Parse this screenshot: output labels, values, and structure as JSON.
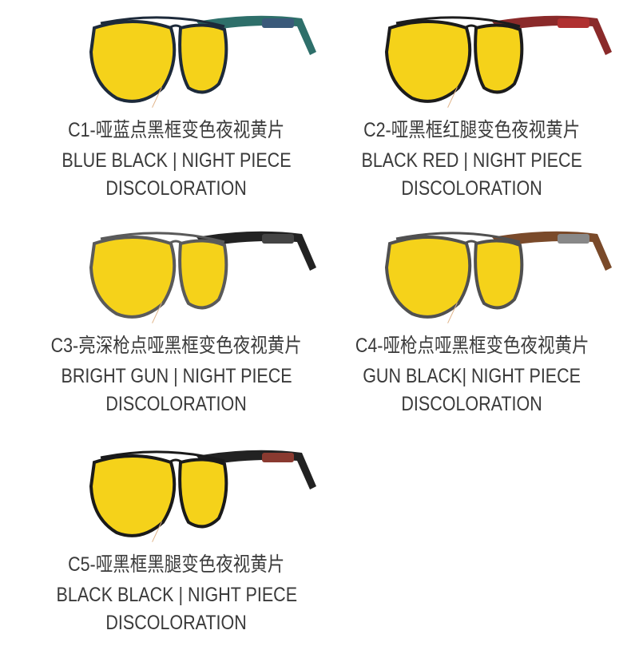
{
  "variants": [
    {
      "code_title": "C1-哑蓝点黑框变色夜视黄片",
      "color_name": "BLUE BLACK | NIGHT PIECE",
      "feature": "DISCOLORATION",
      "frame": "#1d2a3a",
      "temple": "#2e6f6a",
      "band": "#3a5a7a"
    },
    {
      "code_title": "C2-哑黑框红腿变色夜视黄片",
      "color_name": "BLACK RED | NIGHT PIECE",
      "feature": "DISCOLORATION",
      "frame": "#1c1c1c",
      "temple": "#8a2a2a",
      "band": "#b03030"
    },
    {
      "code_title": "C3-亮深枪点哑黑框变色夜视黄片",
      "color_name": "BRIGHT GUN | NIGHT PIECE",
      "feature": "DISCOLORATION",
      "frame": "#5a5a5a",
      "temple": "#222222",
      "band": "#444444"
    },
    {
      "code_title": "C4-哑枪点哑黑框变色夜视黄片",
      "color_name": "GUN BLACK| NIGHT PIECE",
      "feature": "DISCOLORATION",
      "frame": "#505050",
      "temple": "#7a4a2a",
      "band": "#888888"
    },
    {
      "code_title": "C5-哑黑框黑腿变色夜视黄片",
      "color_name": "BLACK BLACK | NIGHT PIECE",
      "feature": "DISCOLORATION",
      "frame": "#1a1a1a",
      "temple": "#222222",
      "band": "#8a3a30"
    }
  ],
  "lens_color": "#f5d21a"
}
